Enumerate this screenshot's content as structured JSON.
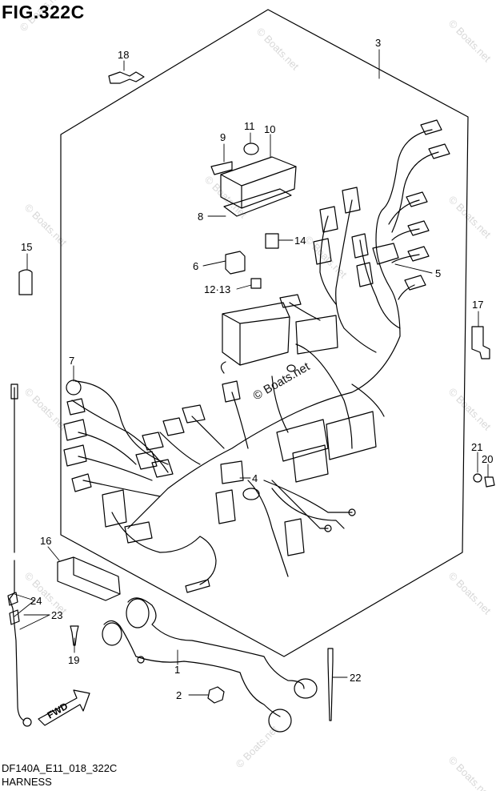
{
  "figure": {
    "title": "FIG.322C",
    "code": "DF140A_E11_018_322C",
    "name": "HARNESS",
    "fwd_label": "FWD",
    "watermark_main": "© Boats.net",
    "watermark_faint": "© Boats.net"
  },
  "callouts": [
    {
      "id": "c1",
      "label": "1"
    },
    {
      "id": "c2",
      "label": "2"
    },
    {
      "id": "c3",
      "label": "3"
    },
    {
      "id": "c4",
      "label": "4"
    },
    {
      "id": "c5",
      "label": "5"
    },
    {
      "id": "c6",
      "label": "6"
    },
    {
      "id": "c7",
      "label": "7"
    },
    {
      "id": "c8",
      "label": "8"
    },
    {
      "id": "c9",
      "label": "9"
    },
    {
      "id": "c10",
      "label": "10"
    },
    {
      "id": "c11",
      "label": "11"
    },
    {
      "id": "c12",
      "label": "12·13"
    },
    {
      "id": "c14",
      "label": "14"
    },
    {
      "id": "c15",
      "label": "15"
    },
    {
      "id": "c16",
      "label": "16"
    },
    {
      "id": "c17",
      "label": "17"
    },
    {
      "id": "c18",
      "label": "18"
    },
    {
      "id": "c19",
      "label": "19"
    },
    {
      "id": "c20",
      "label": "20"
    },
    {
      "id": "c21",
      "label": "21"
    },
    {
      "id": "c22",
      "label": "22"
    },
    {
      "id": "c23",
      "label": "23"
    },
    {
      "id": "c24",
      "label": "24"
    }
  ]
}
